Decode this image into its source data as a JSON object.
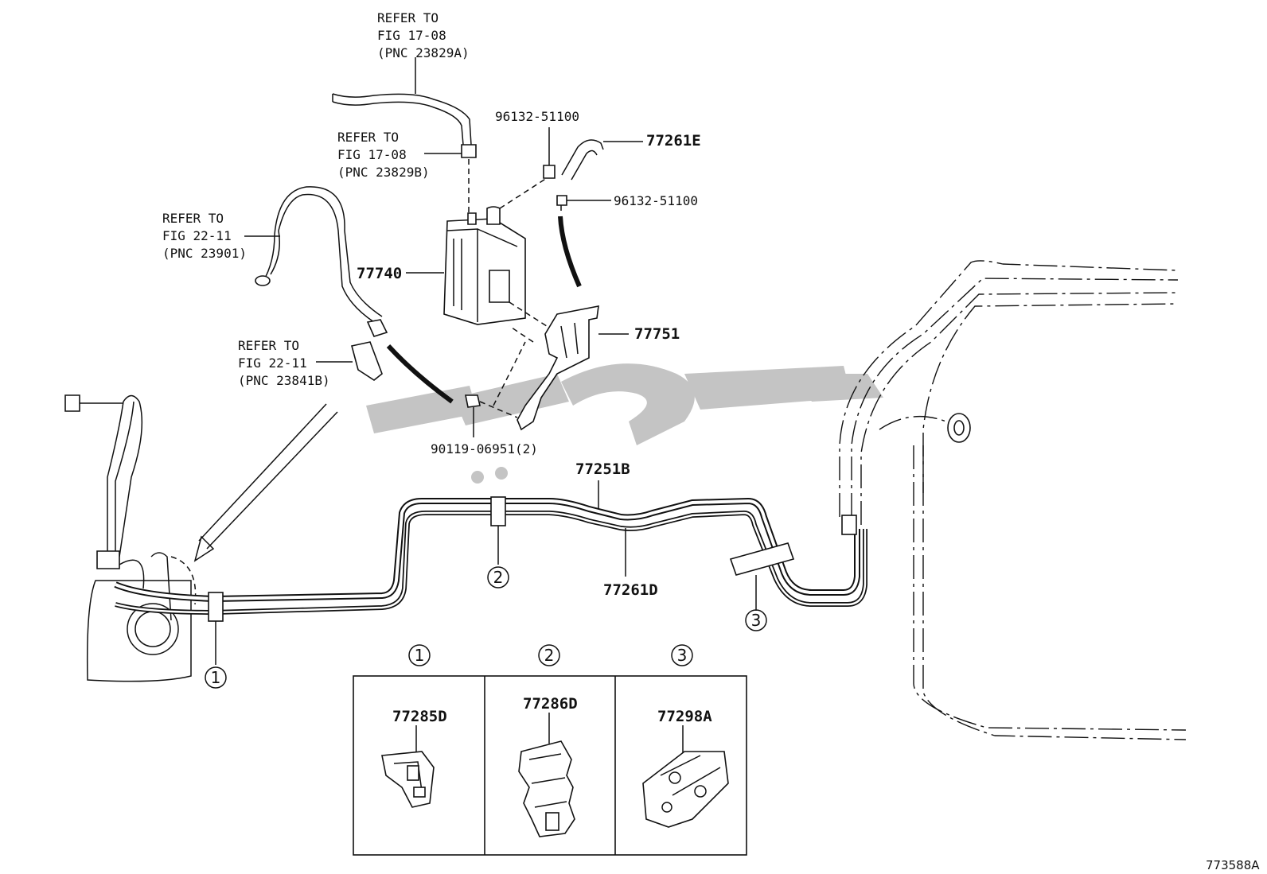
{
  "refer_notes": [
    {
      "id": "ref-17-08-a",
      "lines": [
        "REFER TO",
        "FIG 17-08",
        "(PNC 23829A)"
      ]
    },
    {
      "id": "ref-17-08-b",
      "lines": [
        "REFER TO",
        "FIG 17-08",
        "(PNC 23829B)"
      ]
    },
    {
      "id": "ref-22-11-a",
      "lines": [
        "REFER TO",
        "FIG 22-11",
        "(PNC 23901)"
      ]
    },
    {
      "id": "ref-22-11-b",
      "lines": [
        "REFER TO",
        "FIG 22-11",
        "(PNC 23841B)"
      ]
    }
  ],
  "part_labels": {
    "p96132_top": "96132-51100",
    "p77261E": "77261E",
    "p96132_mid": "96132-51100",
    "p77740": "77740",
    "p77751": "77751",
    "p90119": "90119-06951(2)",
    "p77251B": "77251B",
    "p77261D": "77261D"
  },
  "callouts": {
    "c1": "1",
    "c2": "2",
    "c3": "3"
  },
  "clamp_table": [
    {
      "index": "1",
      "part": "77285D"
    },
    {
      "index": "2",
      "part": "77286D"
    },
    {
      "index": "3",
      "part": "77298A"
    }
  ],
  "figure_id": "773588A"
}
